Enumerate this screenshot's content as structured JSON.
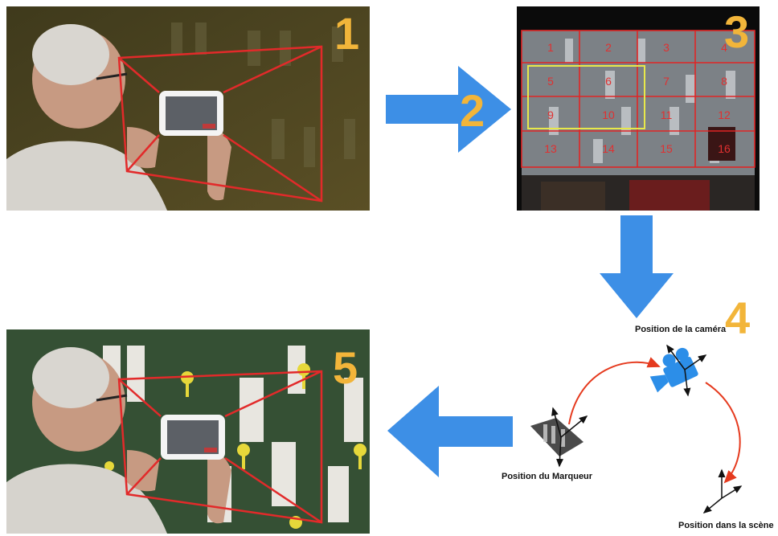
{
  "steps": {
    "s1": "1",
    "s2": "2",
    "s3": "3",
    "s4": "4",
    "s5": "5"
  },
  "grid_cells": [
    "1",
    "2",
    "3",
    "4",
    "5",
    "6",
    "7",
    "8",
    "9",
    "10",
    "11",
    "12",
    "13",
    "14",
    "15",
    "16"
  ],
  "labels": {
    "camera": "Position de la caméra",
    "marker": "Position du Marqueur",
    "scene": "Position dans la scène"
  },
  "colors": {
    "arrow_blue": "#3d8fe6",
    "step_number": "#f2b53a",
    "frustum_red": "#e22a2a",
    "highlight_yellow": "#e8e84a",
    "wall_olive": "#4a4220",
    "wall_green": "#355034"
  }
}
